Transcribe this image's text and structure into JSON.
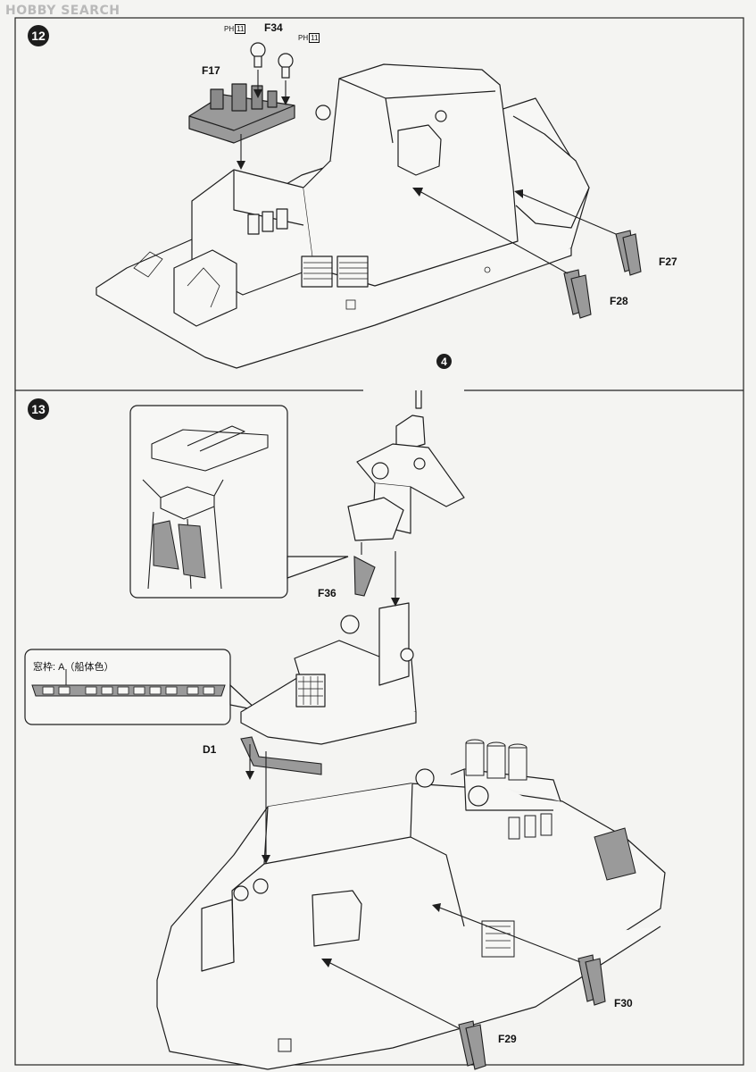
{
  "watermark": "HOBBY SEARCH",
  "steps": {
    "step12": {
      "number": "12"
    },
    "step13": {
      "number": "13"
    }
  },
  "callout": {
    "number": "4"
  },
  "step12_parts": {
    "f34": "F34",
    "f17": "F17",
    "f27": "F27",
    "f28": "F28",
    "ph_prefix": "PH",
    "ph_number": "11"
  },
  "step13_parts": {
    "f36": "F36",
    "d1": "D1",
    "f30": "F30",
    "f29": "F29"
  },
  "window_frame_legend": {
    "label": "窓枠: A（船体色）"
  },
  "colors": {
    "line": "#1e1e1e",
    "paper": "#f4f4f2",
    "part_fill": "#9a9a9a",
    "part_dark": "#6d6d6d"
  }
}
